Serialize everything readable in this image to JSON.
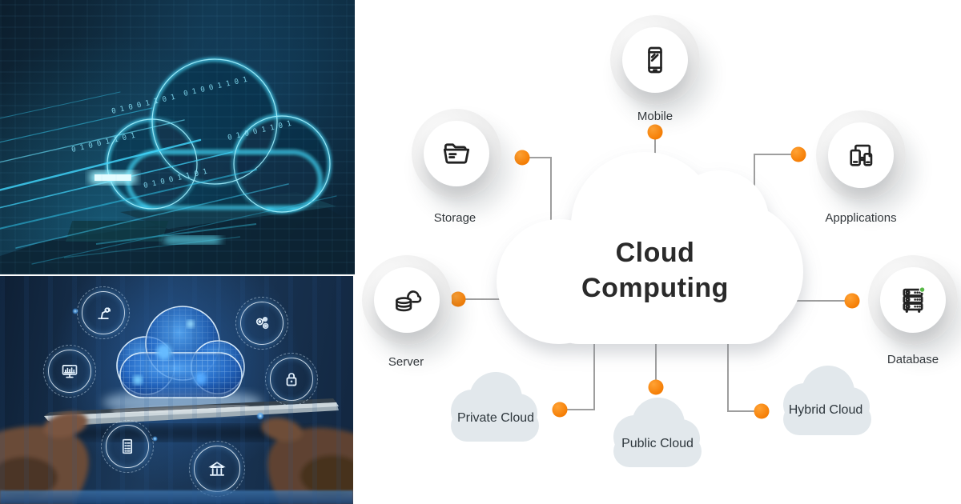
{
  "diagram": {
    "title_line1": "Cloud",
    "title_line2": "Computing",
    "accent_color": "#F8830C",
    "connector_color": "#9E9E9E",
    "status_dot_color": "#57B846",
    "node_labels": {
      "mobile": "Mobile",
      "storage": "Storage",
      "applications": "Appplications",
      "server": "Server",
      "database": "Database"
    },
    "cloud_labels": {
      "private": "Private Cloud",
      "public": "Public Cloud",
      "hybrid": "Hybrid Cloud"
    },
    "icons": {
      "mobile": "smartphone-icon",
      "storage": "open-folder-icon",
      "applications": "devices-icon",
      "server": "cloud-server-icon",
      "database": "server-rack-icon"
    }
  },
  "photos": {
    "top": {
      "binary_texture": "0 1 0 0 1 1 0 1"
    },
    "bottom": {
      "hologram_icons": [
        "robot-arm-icon",
        "gears-icon",
        "monitor-icon",
        "padlock-icon",
        "checklist-icon",
        "bank-icon"
      ]
    }
  }
}
